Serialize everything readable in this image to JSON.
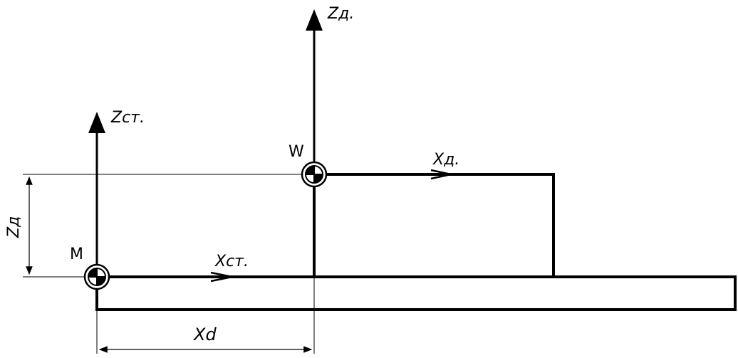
{
  "labels": {
    "machine_origin": "M",
    "workpiece_origin": "W",
    "z_machine_axis": "Zст.",
    "x_machine_axis": "Xст.",
    "z_part_axis": "Zд.",
    "x_part_axis": "Xд.",
    "z_offset_dim": "Zд",
    "x_offset_dim": "Xd"
  },
  "colors": {
    "line": "#000000",
    "background": "#ffffff"
  }
}
